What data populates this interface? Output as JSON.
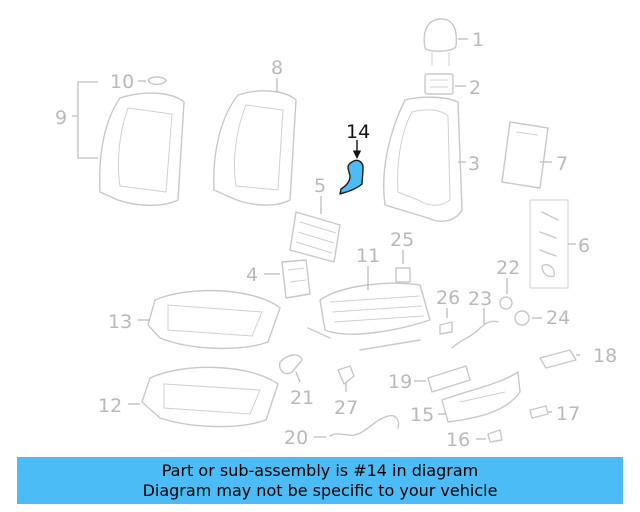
{
  "diagram": {
    "highlight_color": "#4bbcf5",
    "highlighted_part": "14",
    "callouts": {
      "c1": "1",
      "c2": "2",
      "c3": "3",
      "c4": "4",
      "c5": "5",
      "c6": "6",
      "c7": "7",
      "c8": "8",
      "c9": "9",
      "c10": "10",
      "c11": "11",
      "c12": "12",
      "c13": "13",
      "c14": "14",
      "c15": "15",
      "c16": "16",
      "c17": "17",
      "c18": "18",
      "c19": "19",
      "c20": "20",
      "c21": "21",
      "c22": "22",
      "c23": "23",
      "c24": "24",
      "c25": "25",
      "c26": "26",
      "c27": "27"
    }
  },
  "banner": {
    "line1": "Part or sub-assembly is #14 in diagram",
    "line2": "Diagram may not be specific to your vehicle",
    "background": "#4bbcf5"
  }
}
